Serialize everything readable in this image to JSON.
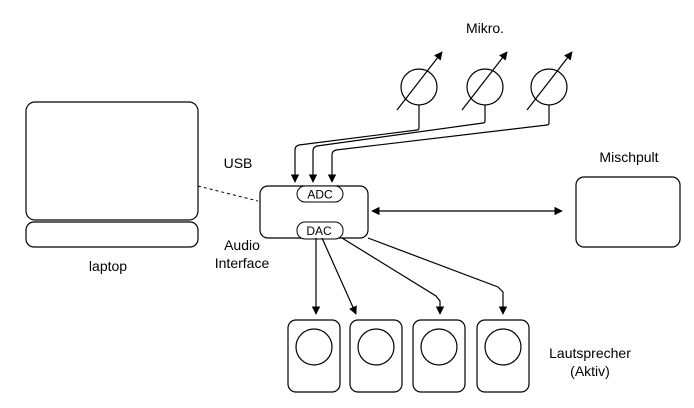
{
  "labels": {
    "mikro": "Mikro.",
    "usb": "USB",
    "mischpult": "Mischpult",
    "adc": "ADC",
    "dac": "DAC",
    "audio_interface_line1": "Audio",
    "audio_interface_line2": "Interface",
    "laptop": "laptop",
    "lautsprecher_line1": "Lautsprecher",
    "lautsprecher_line2": "(Aktiv)"
  },
  "icons": {
    "microphone": "microphone-icon",
    "speaker": "speaker-icon",
    "laptop": "laptop-icon",
    "mixer": "mixer-icon"
  },
  "colors": {
    "stroke": "#000000",
    "background": "#ffffff"
  }
}
